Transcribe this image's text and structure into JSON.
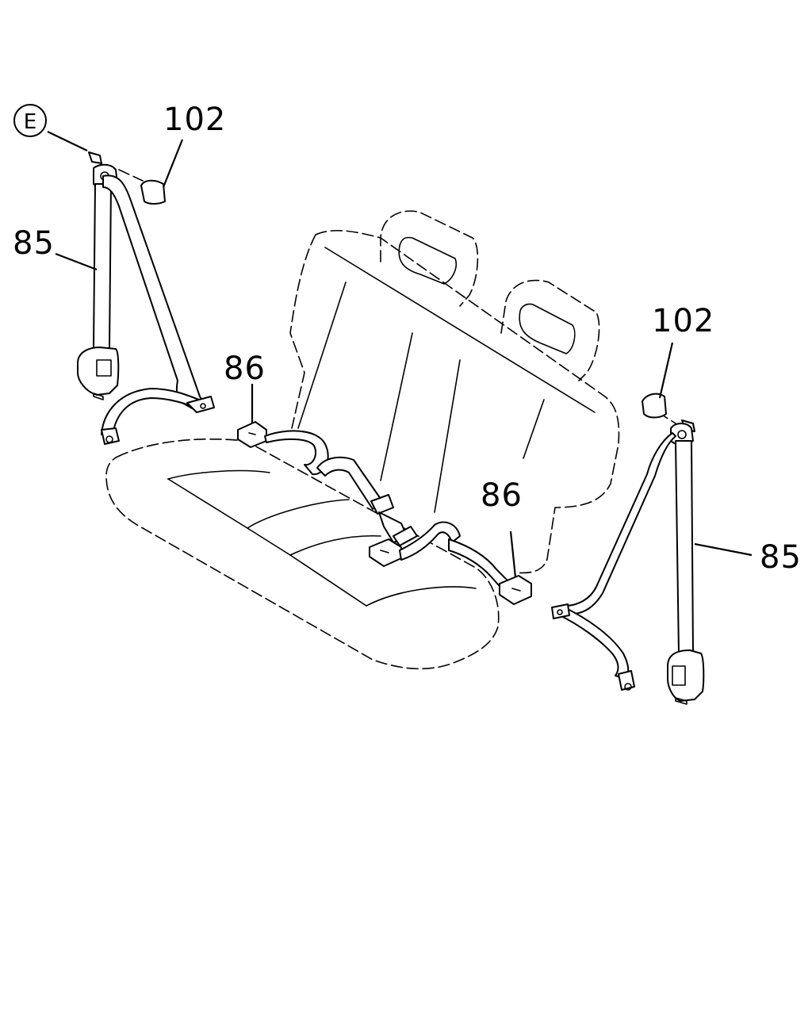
{
  "callouts": {
    "ref_e": "E",
    "part_102_left": "102",
    "part_85_left": "85",
    "part_86_left": "86",
    "part_86_right": "86",
    "part_102_right": "102",
    "part_85_right": "85"
  }
}
